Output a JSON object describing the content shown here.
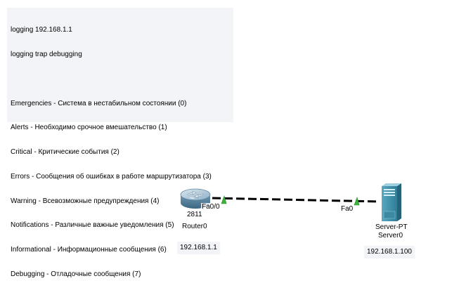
{
  "note": {
    "lines": [
      "logging 192.168.1.1",
      "logging trap debugging",
      "",
      "Emergencies - Система в нестабильном состоянии (0)",
      "Alerts - Необходимо срочное вмешательство (1)",
      "Critical - Критические события (2)",
      "Errors - Сообщения об ошибках в работе маршрутизатора (3)",
      "Warning - Всевозможные предупреждения (4)",
      "Notifications - Различные важные уведомления (5)",
      "Informational - Информационные сообщения (6)",
      "Debugging - Отладочные сообщения (7)"
    ]
  },
  "router": {
    "model": "2811",
    "name": "Router0",
    "port": "Fa0/0",
    "ip": "192.168.1.1"
  },
  "server": {
    "model": "Server-PT",
    "name": "Server0",
    "port": "Fa0",
    "ip": "192.168.1.100"
  },
  "colors": {
    "link": "#000000",
    "link_up_indicator": "#3cb43c",
    "note_background": "#f2f4f8",
    "router_body": "#7fa7bf",
    "server_body": "#3f8fa8"
  }
}
